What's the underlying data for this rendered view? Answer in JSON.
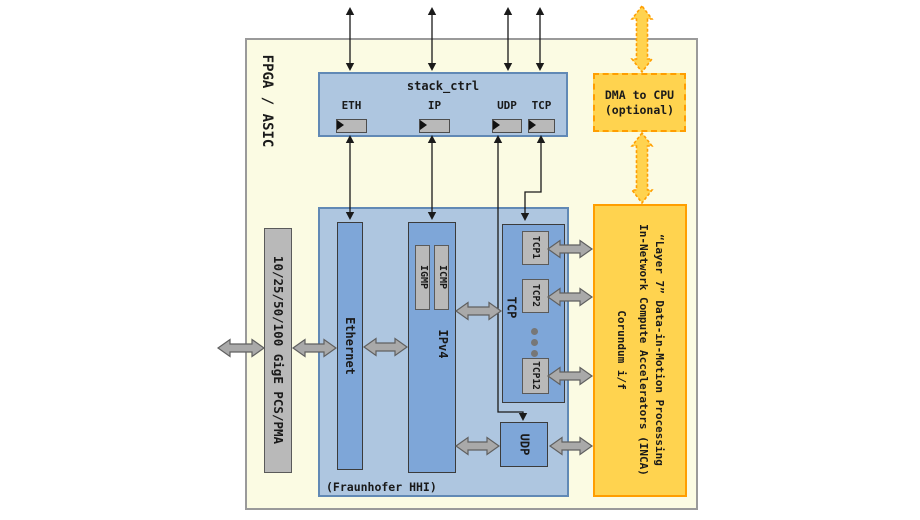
{
  "diagram": {
    "fpga_label": "FPGA / ASIC",
    "stack_ctrl": {
      "title": "stack_ctrl",
      "registers": [
        {
          "label": "ETH"
        },
        {
          "label": "IP"
        },
        {
          "label": "UDP"
        },
        {
          "label": "TCP"
        }
      ]
    },
    "dma_box": {
      "line1": "DMA to CPU",
      "line2": "(optional)"
    },
    "phy_box": {
      "label": "10/25/50/100 GigE PCS/PMA"
    },
    "main_box": {
      "caption": "(Fraunhofer HHI)",
      "ethernet_label": "Ethernet",
      "ipv4_label": "IPv4",
      "igmp_label": "IGMP",
      "icmp_label": "ICMP",
      "tcp_label": "TCP",
      "tcp_channels": [
        {
          "label": "TCP1"
        },
        {
          "label": "TCP2"
        },
        {
          "label": "TCP12"
        }
      ],
      "udp_label": "UDP"
    },
    "inca_box": {
      "line1": "“Layer 7” Data-in-Motion Processing",
      "line2": "In-Network Compute Accelerators (INCA)",
      "line3": "Corundum i/f"
    },
    "colors": {
      "fpga_background": "#FBFBE3",
      "container_blue": "#AEC6E0",
      "container_blue_border": "#6189B5",
      "inner_blue": "#7EA6D8",
      "gray_fill": "#B9B9B9",
      "gray_arrow": "#A9A9A9",
      "orange_fill": "#FFD34F",
      "orange_border": "#FF9E00",
      "line_black": "#1a1a1a"
    }
  }
}
